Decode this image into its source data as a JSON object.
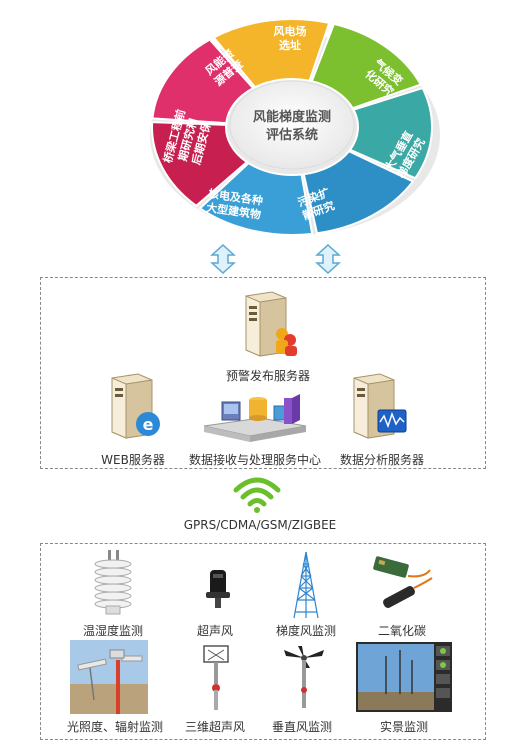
{
  "ring": {
    "center_line1": "风能梯度监测",
    "center_line2": "评估系统",
    "segments": [
      {
        "id": "wind-site",
        "line1": "风电场",
        "line2": "选址",
        "color": "#f5b52b"
      },
      {
        "id": "climate",
        "line1": "气候变",
        "line2": "化研究",
        "color": "#7cbf2f"
      },
      {
        "id": "atmos",
        "line1": "大气垂直",
        "line2": "梯度研究",
        "color": "#3aa8a4"
      },
      {
        "id": "pollution",
        "line1": "污染扩",
        "line2": "散研究",
        "color": "#2e8fc6"
      },
      {
        "id": "nuclear",
        "line1": "核电及各种",
        "line2": "大型建筑物",
        "color": "#3a9fd6"
      },
      {
        "id": "bridge",
        "line1": "桥梁工程前",
        "line2": "期研究和",
        "line3": "后期安保",
        "color": "#c72050"
      },
      {
        "id": "resource",
        "line1": "风能资",
        "line2": "源普查",
        "color": "#e0306c"
      }
    ]
  },
  "servers": {
    "warning": "预警发布服务器",
    "web": "WEB服务器",
    "data_center": "数据接收与处理服务中心",
    "analysis": "数据分析服务器"
  },
  "network_label": "GPRS/CDMA/GSM/ZIGBEE",
  "sensors": {
    "temp_humidity": "温湿度监测",
    "ultrasonic": "超声风",
    "gradient_wind": "梯度风监测",
    "co2": "二氧化碳",
    "light_radiation": "光照度、辐射监测",
    "ultrasonic_3d": "三维超声风",
    "vertical_wind": "垂直风监测",
    "live_view": "实景监测"
  }
}
